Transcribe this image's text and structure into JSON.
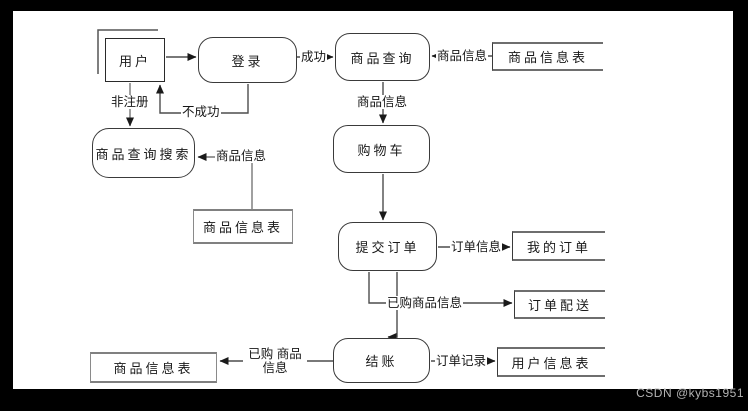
{
  "frame": {
    "border_color": "#000000",
    "canvas_color": "#ffffff"
  },
  "diagram": {
    "nodes": {
      "user": "用户",
      "login": "登录",
      "product_query": "商品查询",
      "product_info_table_top": "商品信息表",
      "product_query_search": "商品查询搜索",
      "product_info_table_mid": "商品信息表",
      "shopping_cart": "购物车",
      "submit_order": "提交订单",
      "my_orders": "我的订单",
      "order_delivery": "订单配送",
      "checkout": "结账",
      "product_info_table_bottom": "商品信息表",
      "user_info_table": "用户信息表"
    },
    "edge_labels": {
      "success": "成功",
      "fail": "不成功",
      "not_registered": "非注册",
      "product_info_to_query": "商品信息",
      "product_info_to_cart": "商品信息",
      "product_info_to_search": "商品信息",
      "order_info": "订单信息",
      "purchased_product_info": "已购商品信息",
      "order_record": "订单记录",
      "purchased_product_info_2line": "已购 商品信息"
    },
    "line_color": "#4d4d4d",
    "arrow_color": "#1a1a1a"
  },
  "watermark": {
    "text": "CSDN @kybs1951"
  }
}
